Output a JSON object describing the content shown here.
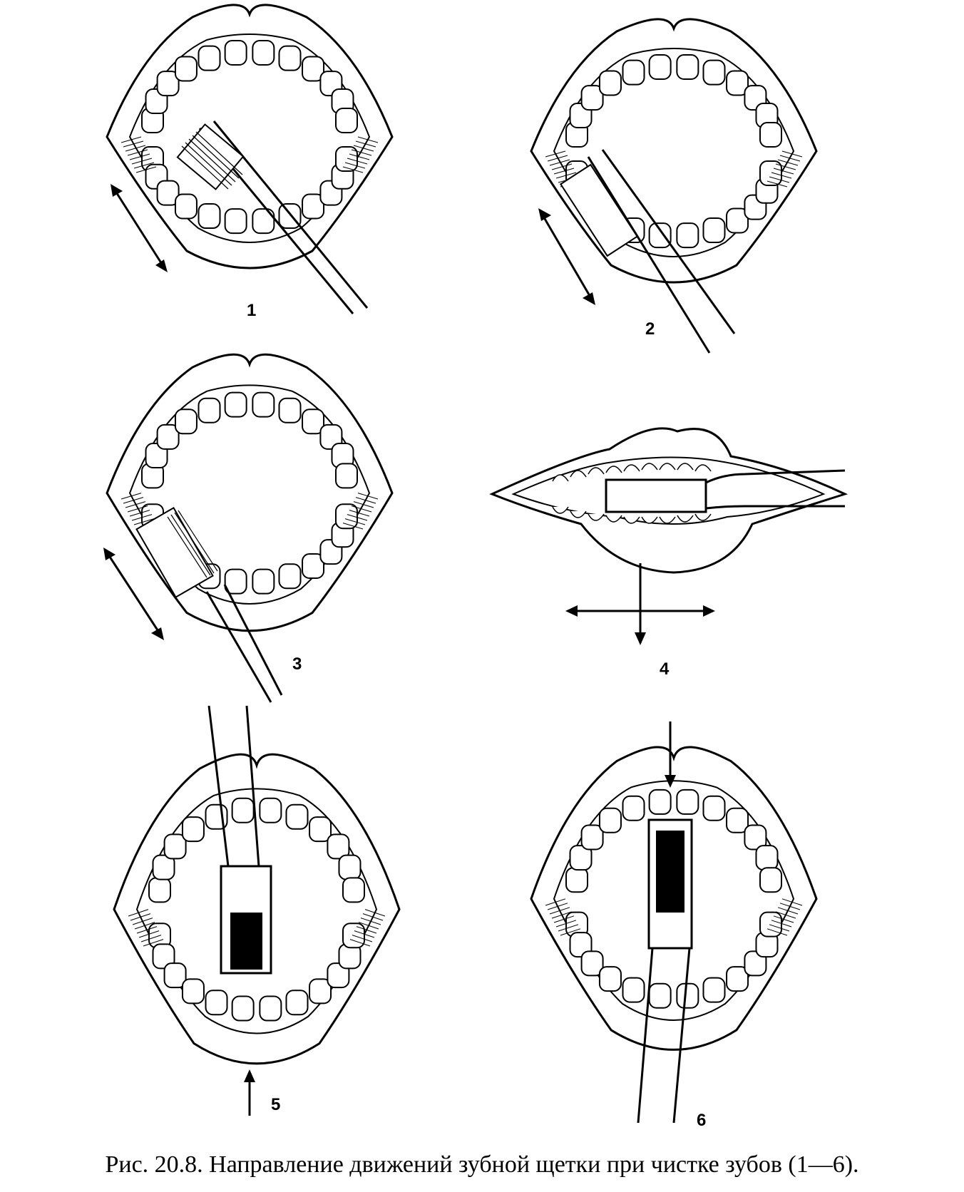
{
  "figure": {
    "caption": "Рис. 20.8. Направление движений зубной щетки при чистке зубов (1—6).",
    "panels": [
      {
        "number": "1",
        "motion": "diagonal back-and-forth arrows",
        "brush": "angled across lower left teeth"
      },
      {
        "number": "2",
        "motion": "diagonal back-and-forth arrows",
        "brush": "angled on inner lower left teeth"
      },
      {
        "number": "3",
        "motion": "diagonal back-and-forth arrows",
        "brush": "angled at lower left molars"
      },
      {
        "number": "4",
        "motion": "horizontal and downward arrows",
        "brush": "horizontal between closed teeth"
      },
      {
        "number": "5",
        "motion": "upward arrow",
        "brush": "vertical on lower front teeth"
      },
      {
        "number": "6",
        "motion": "downward arrow",
        "brush": "vertical on upper front teeth"
      }
    ]
  },
  "colors": {
    "ink": "#000000",
    "paper": "#ffffff"
  }
}
